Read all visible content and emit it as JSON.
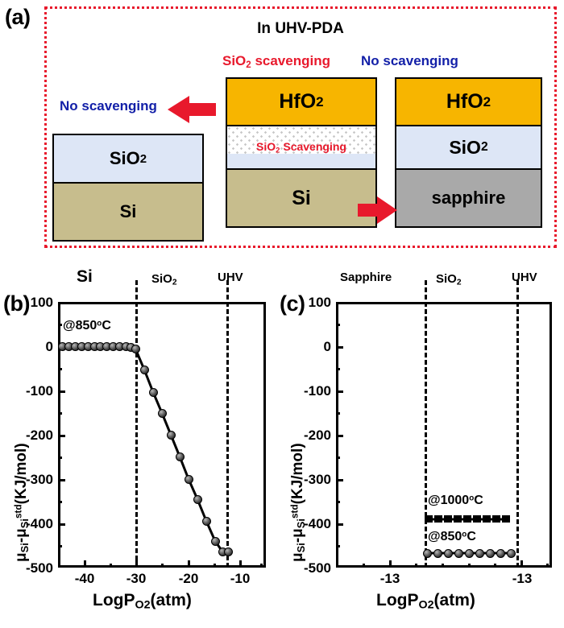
{
  "panels": {
    "a": {
      "letter": "(a)",
      "title": "In UHV-PDA"
    },
    "b": {
      "letter": "(b)"
    },
    "c": {
      "letter": "(c)"
    }
  },
  "schematic": {
    "captions": {
      "left_no_scavenging": "No scavenging",
      "center_sio2_scavenging": "SiO2 scavenging",
      "right_no_scavenging": "No scavenging"
    },
    "stacks": [
      {
        "name": "left-stack",
        "layers": [
          {
            "label": "SiO2",
            "material": "sio2",
            "color": "#dde6f6"
          },
          {
            "label": "Si",
            "material": "si",
            "color": "#c7bd8d"
          }
        ]
      },
      {
        "name": "center-stack",
        "layers": [
          {
            "label": "HfO2",
            "material": "hfo2",
            "color": "#f7b500"
          },
          {
            "label": "SiO2 Scavenging",
            "material": "scavenging",
            "color": "#dde6f6"
          },
          {
            "label": "Si",
            "material": "si",
            "color": "#c7bd8d"
          }
        ]
      },
      {
        "name": "right-stack",
        "layers": [
          {
            "label": "HfO2",
            "material": "hfo2",
            "color": "#f7b500"
          },
          {
            "label": "SiO2",
            "material": "sio2",
            "color": "#dde6f6"
          },
          {
            "label": "sapphire",
            "material": "sapphire",
            "color": "#a9a9a9"
          }
        ]
      }
    ],
    "arrow_color": "#e8192c",
    "border_color": "#e8192c",
    "scavenging_text_color": "#e8192c",
    "no_scavenging_text_color": "#1320a8"
  },
  "chart_data": [
    {
      "type": "scatter",
      "panel": "b",
      "title": "",
      "xlabel": "LogPO2(atm)",
      "ylabel": "μSi-μSi std(KJ/mol)",
      "xlim": [
        -45,
        -5
      ],
      "ylim": [
        -500,
        100
      ],
      "xticks": [
        -40,
        -30,
        -20,
        -10
      ],
      "yticks": [
        100,
        0,
        -100,
        -200,
        -300,
        -400,
        -500
      ],
      "grid": false,
      "legend": "none",
      "annotations": [
        {
          "text": "@850°C",
          "x": -43,
          "y": 40
        }
      ],
      "region_labels": [
        {
          "text": "Si",
          "x": -38
        },
        {
          "text": "SiO2",
          "x": -21
        },
        {
          "text": "UHV",
          "x": -9
        }
      ],
      "vlines": [
        -30,
        -12.5
      ],
      "series": [
        {
          "name": "@850°C",
          "marker": "sphere",
          "x": [
            -44.2,
            -43.0,
            -41.8,
            -40.6,
            -39.4,
            -38.2,
            -37.0,
            -35.8,
            -34.6,
            -33.4,
            -32.2,
            -31.0,
            -30.0,
            -28.3,
            -26.6,
            -24.9,
            -23.2,
            -21.5,
            -19.8,
            -18.1,
            -16.4,
            -14.7,
            -13.3,
            -12.3
          ],
          "y": [
            0,
            0,
            0,
            0,
            0,
            0,
            0,
            0,
            0,
            0,
            0,
            -2,
            -5,
            -52,
            -103,
            -150,
            -199,
            -248,
            -299,
            -345,
            -395,
            -441,
            -466,
            -466
          ]
        }
      ]
    },
    {
      "type": "scatter",
      "panel": "c",
      "title": "",
      "xlabel": "LogPO2(atm)",
      "ylabel": "μSi-μSi std(KJ/mol)",
      "xlim": [
        -45,
        -5
      ],
      "ylim": [
        -500,
        100
      ],
      "xticks": [
        -13,
        -13
      ],
      "yticks": [
        100,
        0,
        -100,
        -200,
        -300,
        -400,
        -500
      ],
      "grid": false,
      "legend": "none",
      "annotations": [
        {
          "text": "@1000°C",
          "x": -27.5,
          "y": -355
        },
        {
          "text": "@850°C",
          "x": -27.5,
          "y": -430
        }
      ],
      "region_labels": [
        {
          "text": "Sapphire",
          "x": -37
        },
        {
          "text": "SiO2",
          "x": -21
        },
        {
          "text": "UHV",
          "x": -8
        }
      ],
      "vlines": [
        -28.5,
        -11.5
      ],
      "series": [
        {
          "name": "@1000°C",
          "marker": "square",
          "x": [
            -28.0,
            -26.2,
            -24.4,
            -22.6,
            -20.8,
            -19.0,
            -17.2,
            -15.4,
            -13.6
          ],
          "y": [
            -390,
            -390,
            -390,
            -390,
            -390,
            -390,
            -390,
            -390,
            -390
          ]
        },
        {
          "name": "@850°C",
          "marker": "sphere",
          "x": [
            -28.0,
            -26.2,
            -24.4,
            -22.6,
            -20.8,
            -19.0,
            -17.2,
            -15.4,
            -13.6
          ],
          "y": [
            -467,
            -467,
            -467,
            -467,
            -467,
            -467,
            -467,
            -467,
            -467
          ]
        }
      ]
    }
  ]
}
